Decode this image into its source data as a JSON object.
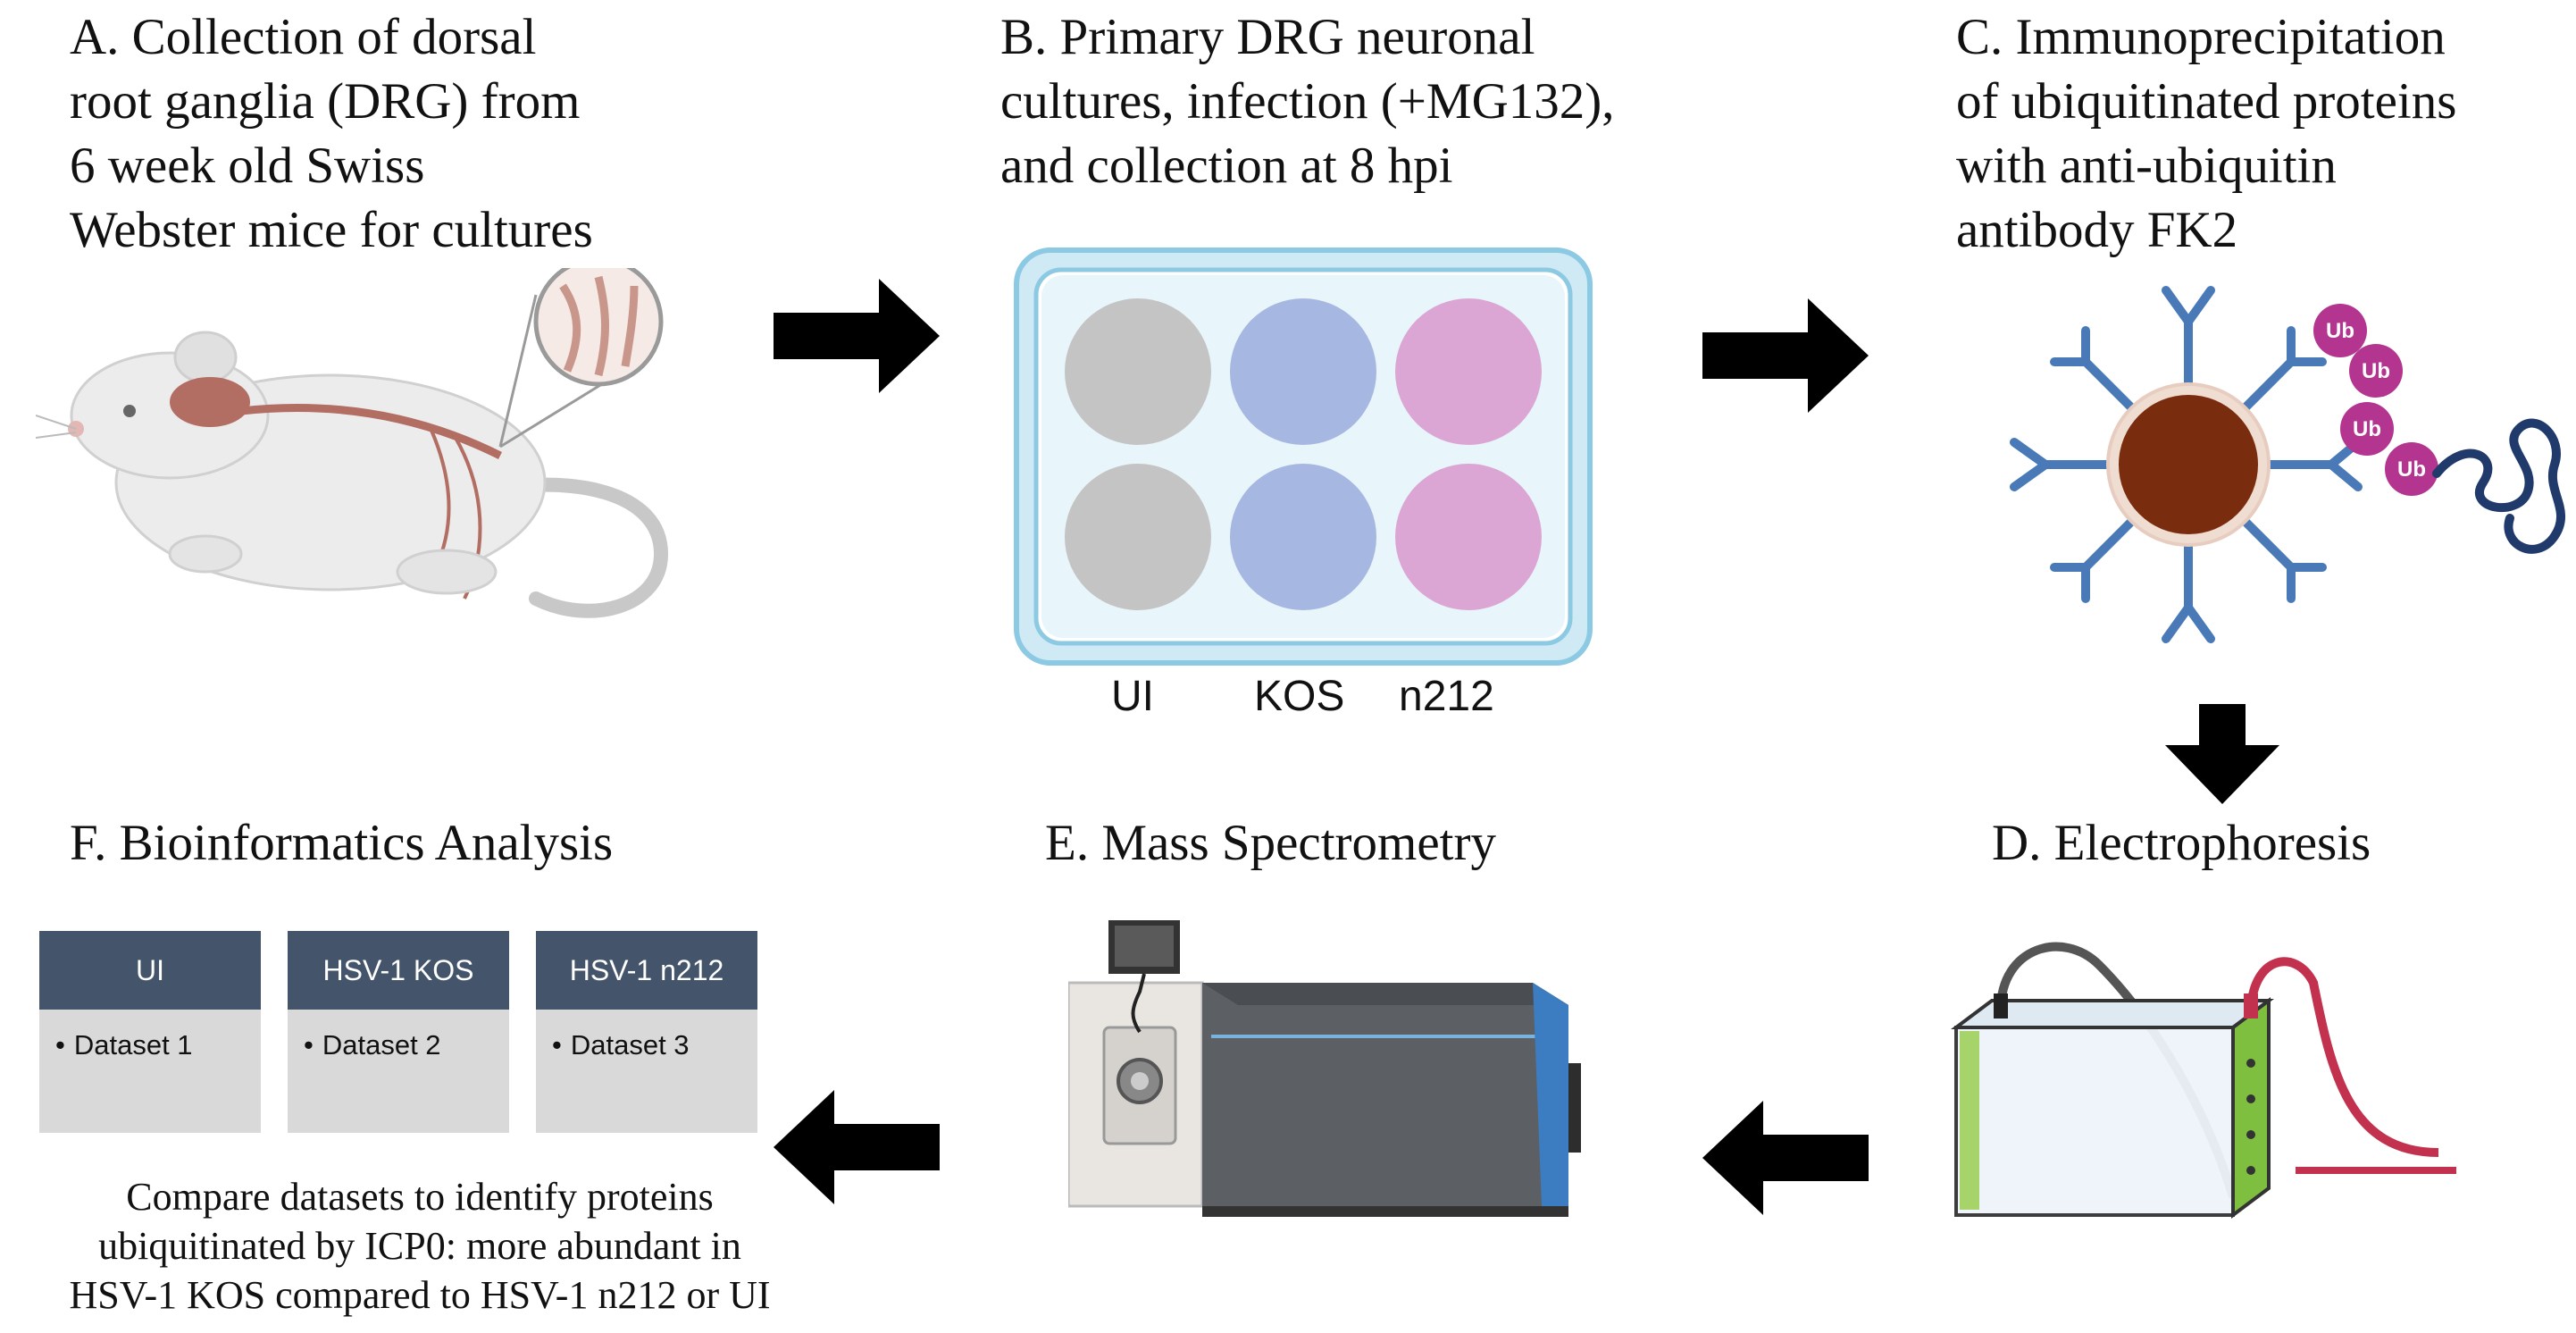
{
  "panels": {
    "a": {
      "lines": [
        "A. Collection of dorsal",
        "root ganglia (DRG) from",
        "6 week old Swiss",
        "Webster mice for cultures"
      ]
    },
    "b": {
      "lines": [
        "B. Primary DRG neuronal",
        "cultures, infection (+MG132),",
        "and collection at 8 hpi"
      ]
    },
    "c": {
      "lines": [
        "C. Immunoprecipitation",
        "of ubiquitinated proteins",
        "with anti-ubiquitin",
        "antibody FK2"
      ]
    },
    "d": {
      "title": "D. Electrophoresis"
    },
    "e": {
      "title": "E. Mass Spectrometry"
    },
    "f": {
      "title": "F. Bioinformatics Analysis"
    }
  },
  "plate": {
    "labels": [
      "UI",
      "KOS",
      "n212"
    ],
    "colors": {
      "ui": "#c4c4c4",
      "kos": "#a6b8e2",
      "n212": "#dba6d3"
    }
  },
  "ubiquitin": {
    "label": "Ub"
  },
  "datasets": [
    {
      "header": "UI",
      "item": "Dataset 1"
    },
    {
      "header": "HSV-1 KOS",
      "item": "Dataset 2"
    },
    {
      "header": "HSV-1 n212",
      "item": "Dataset 3"
    }
  ],
  "caption": {
    "lines": [
      "Compare datasets to identify proteins",
      "ubiquitinated by ICP0: more abundant in",
      "HSV-1 KOS compared to HSV-1 n212 or UI"
    ]
  },
  "colors": {
    "antibody": "#4a79b8",
    "ub": "#b3358f",
    "bead": "#7a2d0e",
    "card_header": "#44546a",
    "card_body": "#d9d9d9"
  }
}
